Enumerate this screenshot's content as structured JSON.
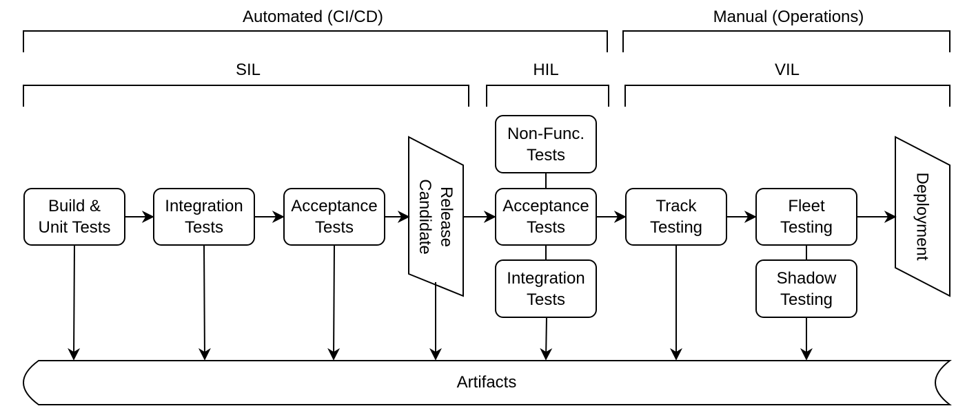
{
  "groups": {
    "automated": "Automated (CI/CD)",
    "manual": "Manual (Operations)",
    "sil": "SIL",
    "hil": "HIL",
    "vil": "VIL"
  },
  "nodes": {
    "build_unit": "Build &\nUnit Tests",
    "integration_sil": "Integration\nTests",
    "acceptance_sil": "Acceptance\nTests",
    "release_candidate": "Release\nCandidate",
    "nonfunc_hil": "Non-Func.\nTests",
    "acceptance_hil": "Acceptance\nTests",
    "integration_hil": "Integration\nTests",
    "track_testing": "Track\nTesting",
    "fleet_testing": "Fleet\nTesting",
    "shadow_testing": "Shadow\nTesting",
    "deployment": "Deployment"
  },
  "storage": {
    "artifacts": "Artifacts"
  }
}
